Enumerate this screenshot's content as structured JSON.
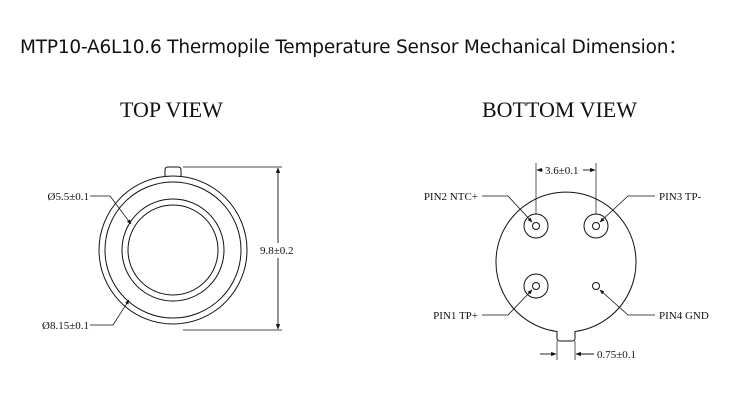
{
  "title": "MTP10-A6L10.6 Thermopile Temperature Sensor Mechanical Dimension：",
  "top_view": {
    "title": "TOP VIEW",
    "dim_inner_diameter": "Ø5.5±0.1",
    "dim_outer_diameter": "Ø8.15±0.1",
    "dim_height": "9.8±0.2"
  },
  "bottom_view": {
    "title": "BOTTOM VIEW",
    "dim_pin_spacing": "3.6±0.1",
    "dim_tab_width": "0.75±0.1",
    "pins": {
      "pin1": "PIN1 TP+",
      "pin2": "PIN2 NTC+",
      "pin3": "PIN3 TP-",
      "pin4": "PIN4 GND"
    }
  }
}
